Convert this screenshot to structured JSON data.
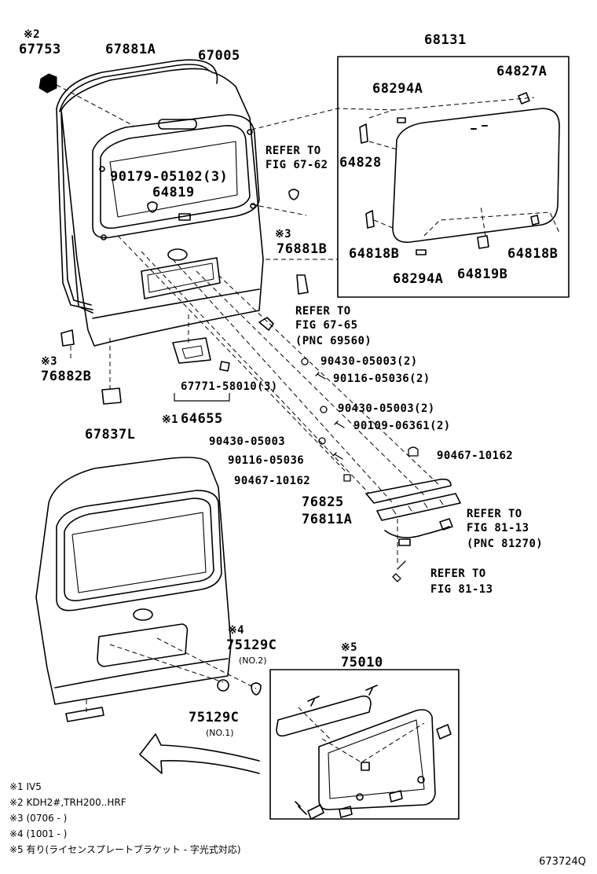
{
  "labels": {
    "mk2": "※2",
    "p67753": "67753",
    "p67881a": "67881A",
    "p67005": "67005",
    "p68131": "68131",
    "p68294a_t": "68294A",
    "p64827a": "64827A",
    "p64828": "64828",
    "refer1a": "REFER TO",
    "refer1b": "FIG 67-62",
    "p90179": "90179-05102(3)",
    "p64819": "64819",
    "mk3a": "※3",
    "p76881b": "76881B",
    "p64818b_l": "64818B",
    "p64818b_r": "64818B",
    "p68294a_b": "68294A",
    "p64819b": "64819B",
    "refer2a": "REFER TO",
    "refer2b": "FIG 67-65",
    "refer2c": "(PNC 69560)",
    "mk3b": "※3",
    "p76882b": "76882B",
    "p90430a": "90430-05003(2)",
    "p90116a": "90116-05036(2)",
    "p67771": "67771-58010(3)",
    "p90430b": "90430-05003(2)",
    "p90109": "90109-06361(2)",
    "mk1": "※1",
    "p64655": "64655",
    "p67837l": "67837L",
    "p90430c": "90430-05003",
    "p90467a": "90467-10162",
    "p90116b": "90116-05036",
    "p90467b": "90467-10162",
    "p76825": "76825",
    "p76811a": "76811A",
    "refer3a": "REFER TO",
    "refer3b": "FIG 81-13",
    "refer3c": "(PNC 81270)",
    "refer4a": "REFER TO",
    "refer4b": "FIG 81-13",
    "mk4": "※4",
    "p75129c_t": "75129C",
    "no2": "(NO.2)",
    "mk5": "※5",
    "p75010": "75010",
    "p75129c_b": "75129C",
    "no1": "(NO.1)"
  },
  "notes": [
    "※1 IV5",
    "※2 KDH2#,TRH200..HRF",
    "※3 (0706 -          )",
    "※4 (1001 -          )",
    "※5 有り(ライセンスプレートブラケット - 字光式対応)"
  ],
  "catalog_number": "673724Q"
}
